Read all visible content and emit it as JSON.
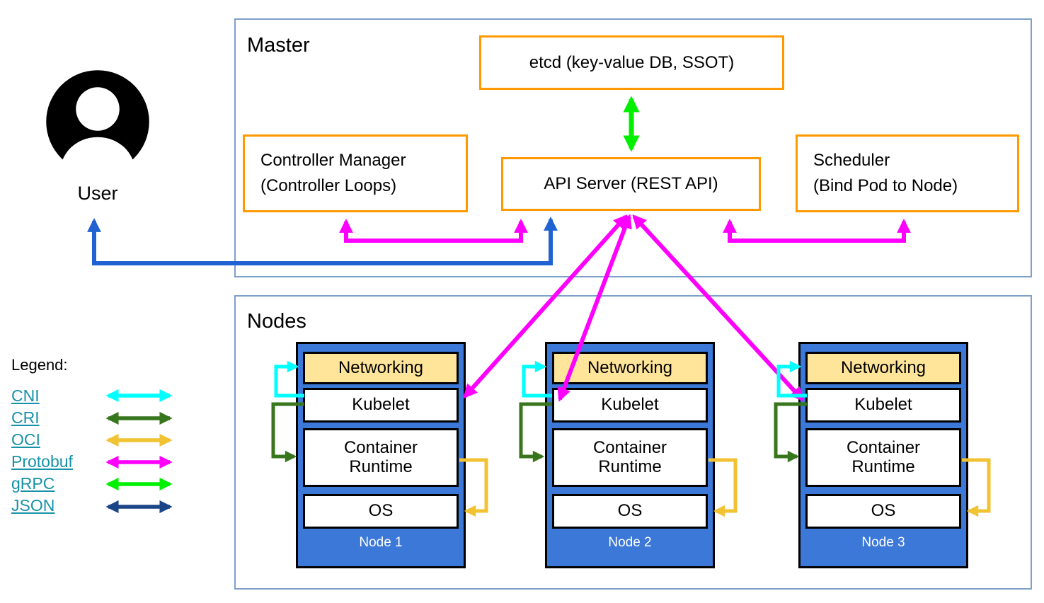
{
  "colors": {
    "cni": "#00ffff",
    "cri": "#38761d",
    "oci": "#f1c232",
    "protobuf": "#ff00ff",
    "grpc": "#00f000",
    "json": "#1c4587",
    "user_flow": "#2062d2",
    "box_border": "#ff9900",
    "section_border": "#7e9fc9",
    "node_fill": "#3c78d8",
    "networking_fill": "#ffe599",
    "link": "#1791a8"
  },
  "user": {
    "label": "User"
  },
  "master": {
    "title": "Master",
    "etcd": "etcd (key-value DB, SSOT)",
    "controller_manager_line1": "Controller Manager",
    "controller_manager_line2": "(Controller Loops)",
    "api_server": "API Server (REST API)",
    "scheduler_line1": "Scheduler",
    "scheduler_line2": "(Bind Pod to Node)"
  },
  "nodes_section": {
    "title": "Nodes",
    "nodes": [
      {
        "name": "Node 1",
        "layers": [
          "Networking",
          "Kubelet",
          "Container Runtime",
          "OS"
        ]
      },
      {
        "name": "Node 2",
        "layers": [
          "Networking",
          "Kubelet",
          "Container Runtime",
          "OS"
        ]
      },
      {
        "name": "Node 3",
        "layers": [
          "Networking",
          "Kubelet",
          "Container Runtime",
          "OS"
        ]
      }
    ]
  },
  "legend": {
    "title": "Legend:",
    "items": [
      {
        "label": "CNI",
        "color": "#00ffff"
      },
      {
        "label": "CRI",
        "color": "#38761d"
      },
      {
        "label": "OCI",
        "color": "#f1c232"
      },
      {
        "label": "Protobuf",
        "color": "#ff00ff"
      },
      {
        "label": "gRPC",
        "color": "#00f000"
      },
      {
        "label": "JSON",
        "color": "#1c4587"
      }
    ]
  }
}
